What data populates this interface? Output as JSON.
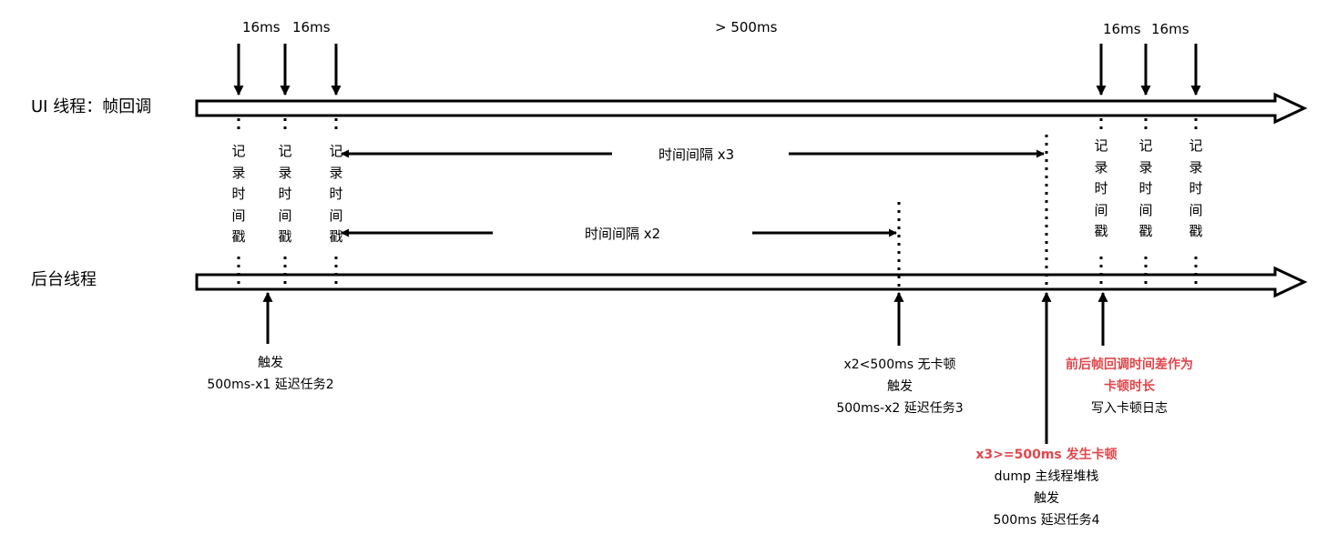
{
  "lanes": {
    "ui": "UI 线程：帧回调",
    "bg": "后台线程"
  },
  "top_labels": {
    "t1": "16ms",
    "t2": "16ms",
    "t3": "> 500ms",
    "t4": "16ms",
    "t5": "16ms"
  },
  "record_stamp": [
    "记",
    "录",
    "时",
    "间",
    "戳"
  ],
  "intervals": {
    "x3": "时间间隔 x3",
    "x2": "时间间隔 x2"
  },
  "notes": {
    "a": [
      "触发",
      "500ms-x1 延迟任务2"
    ],
    "b": [
      "x2<500ms 无卡顿",
      "触发",
      "500ms-x2 延迟任务3"
    ],
    "c_red": "x3>=500ms 发生卡顿",
    "c": [
      "dump 主线程堆栈",
      "触发",
      "500ms 延迟任务4"
    ],
    "d_red": [
      "前后帧回调时间差作为",
      "卡顿时长"
    ],
    "d": "写入卡顿日志"
  },
  "colors": {
    "highlight": "#e0474c",
    "stroke": "#000000"
  }
}
